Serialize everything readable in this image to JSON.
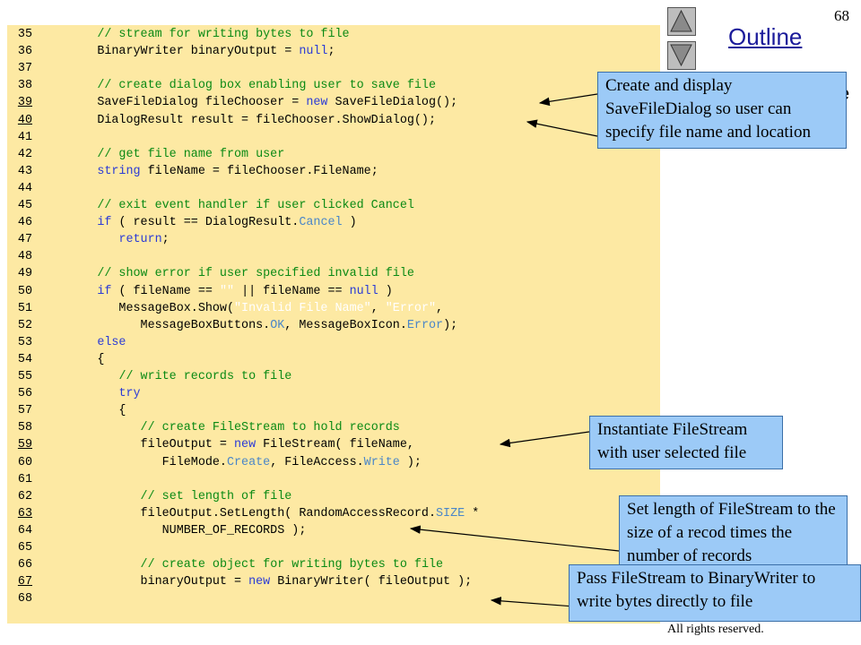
{
  "slide_number": "68",
  "outline_label": "Outline",
  "nav": {
    "up_icon": "triangle-up-icon",
    "down_icon": "triangle-down-icon"
  },
  "code_lines": [
    {
      "num": "35",
      "text": "         // stream for writing bytes to file"
    },
    {
      "num": "36",
      "text": "         BinaryWriter binaryOutput = null;"
    },
    {
      "num": "37",
      "text": ""
    },
    {
      "num": "38",
      "text": "         // create dialog box enabling user to save file"
    },
    {
      "num": "39",
      "text": "         SaveFileDialog fileChooser = new SaveFileDialog();",
      "underline": true
    },
    {
      "num": "40",
      "text": "         DialogResult result = fileChooser.ShowDialog();",
      "underline": true
    },
    {
      "num": "41",
      "text": ""
    },
    {
      "num": "42",
      "text": "         // get file name from user"
    },
    {
      "num": "43",
      "text": "         string fileName = fileChooser.FileName;"
    },
    {
      "num": "44",
      "text": ""
    },
    {
      "num": "45",
      "text": "         // exit event handler if user clicked Cancel"
    },
    {
      "num": "46",
      "text": "         if ( result == DialogResult.Cancel )"
    },
    {
      "num": "47",
      "text": "            return;"
    },
    {
      "num": "48",
      "text": ""
    },
    {
      "num": "49",
      "text": "         // show error if user specified invalid file"
    },
    {
      "num": "50",
      "text": "         if ( fileName == \"\" || fileName == null )"
    },
    {
      "num": "51",
      "text": "            MessageBox.Show(\"Invalid File Name\", \"Error\","
    },
    {
      "num": "52",
      "text": "               MessageBoxButtons.OK, MessageBoxIcon.Error);"
    },
    {
      "num": "53",
      "text": "         else"
    },
    {
      "num": "54",
      "text": "         {"
    },
    {
      "num": "55",
      "text": "            // write records to file"
    },
    {
      "num": "56",
      "text": "            try"
    },
    {
      "num": "57",
      "text": "            {"
    },
    {
      "num": "58",
      "text": "               // create FileStream to hold records"
    },
    {
      "num": "59",
      "text": "               fileOutput = new FileStream( fileName,",
      "underline": true
    },
    {
      "num": "60",
      "text": "                  FileMode.Create, FileAccess.Write );"
    },
    {
      "num": "61",
      "text": ""
    },
    {
      "num": "62",
      "text": "               // set length of file"
    },
    {
      "num": "63",
      "text": "               fileOutput.SetLength( RandomAccessRecord.SIZE *",
      "underline": true
    },
    {
      "num": "64",
      "text": "                  NUMBER_OF_RECORDS );"
    },
    {
      "num": "65",
      "text": ""
    },
    {
      "num": "66",
      "text": "               // create object for writing bytes to file"
    },
    {
      "num": "67",
      "text": "               binaryOutput = new BinaryWriter( fileOutput );",
      "underline": true
    },
    {
      "num": "68",
      "text": ""
    }
  ],
  "callouts": {
    "c1": "Create and display SaveFileDialog so user can specify file name and location",
    "c2": "Instantiate FileStream with user selected file",
    "c3": "Set length of FileStream to the size of a recod times the number of records",
    "c4": "Pass FileStream to BinaryWriter to write bytes directly to file"
  },
  "partial_text": "e",
  "copyright": "All rights reserved.",
  "colors": {
    "panel": "#fde9a3",
    "callout": "#9ccaf7",
    "keyword": "#2b3bd6",
    "comment": "#0a8a14",
    "identifier": "#4a86c8"
  }
}
